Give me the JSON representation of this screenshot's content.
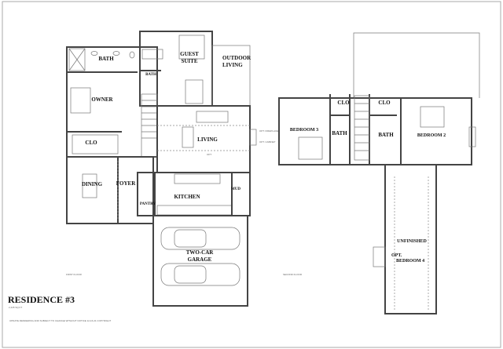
{
  "title": "RESIDENCE #3",
  "square_feet": "2,445 SQ FT",
  "disclaimer": "UPDATE RENDERING AND SUBJECT TO CHANGE WITHOUT NOTICE 12-16-21 COPYRIGHT",
  "first_floor": {
    "caption": "FIRST FLOOR",
    "rooms": {
      "bath": "BATH",
      "owner": "OWNER",
      "clo": "CLO",
      "guest_suite_1": "GUEST",
      "guest_suite_2": "SUITE",
      "guest_bath": "BATH",
      "outdoor_living_1": "OUTDOOR",
      "outdoor_living_2": "LIVING",
      "living": "LIVING",
      "opt_fireplace": "OPT. FIREPLACE",
      "opt_cabinet": "OPT. CABINET",
      "opt": "OPT",
      "dining": "DINING",
      "foyer": "FOYER",
      "kitchen": "KITCHEN",
      "pantry": "PANTRY",
      "mud": "MUD",
      "garage_1": "TWO-CAR",
      "garage_2": "GARAGE"
    }
  },
  "second_floor": {
    "caption": "SECOND FLOOR",
    "rooms": {
      "bedroom3": "BEDROOM 3",
      "clo_left": "CLO",
      "bath_left": "BATH",
      "clo_right": "CLO",
      "bath_right": "BATH",
      "bedroom2": "BEDROOM 2",
      "unfinished": "UNFINISHED",
      "opt_bedroom4_1": "OPT.",
      "opt_bedroom4_2": "BEDROOM 4"
    }
  }
}
